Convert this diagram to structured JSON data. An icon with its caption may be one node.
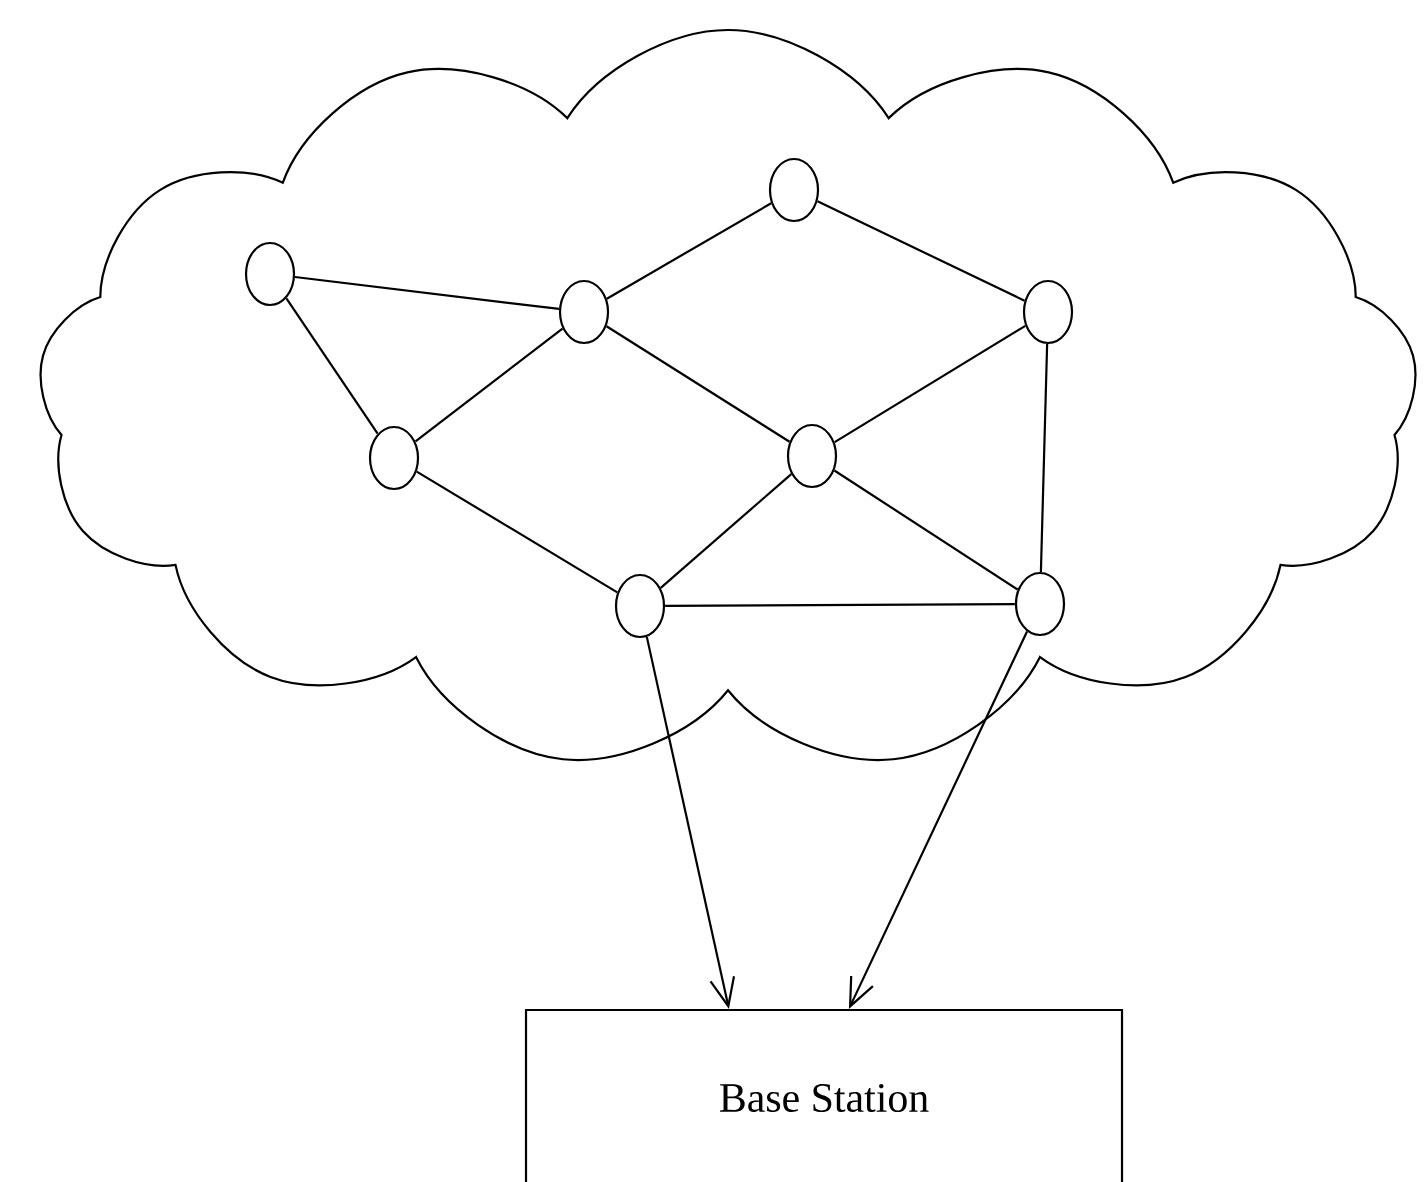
{
  "diagram": {
    "nodes": [
      {
        "text": [],
        "shape": "cloud"
      },
      {
        "text": [],
        "shape": "circle",
        "in": 0
      },
      {
        "text": [],
        "shape": "circle",
        "in": 0
      },
      {
        "text": [],
        "shape": "circle",
        "in": 0
      },
      {
        "text": [],
        "shape": "circle",
        "in": 0
      },
      {
        "text": [],
        "shape": "circle",
        "in": 0
      },
      {
        "text": [],
        "shape": "circle",
        "in": 0
      },
      {
        "text": [],
        "shape": "circle",
        "in": 0
      },
      {
        "text": [],
        "shape": "circle",
        "in": 0
      },
      {
        "text": [
          "Base Station"
        ]
      }
    ],
    "edges": [
      {
        "from": 1,
        "to": 3,
        "arrow": "none"
      },
      {
        "from": 1,
        "to": 5,
        "arrow": "none"
      },
      {
        "from": 3,
        "to": 2,
        "arrow": "none"
      },
      {
        "from": 2,
        "to": 4,
        "arrow": "none"
      },
      {
        "from": 3,
        "to": 5,
        "arrow": "none"
      },
      {
        "from": 3,
        "to": 6,
        "arrow": "none"
      },
      {
        "from": 4,
        "to": 6,
        "arrow": "none"
      },
      {
        "from": 4,
        "to": 8,
        "arrow": "none"
      },
      {
        "from": 5,
        "to": 7,
        "arrow": "none"
      },
      {
        "from": 6,
        "to": 7,
        "arrow": "none"
      },
      {
        "from": 6,
        "to": 8,
        "arrow": "none"
      },
      {
        "from": 7,
        "to": 8,
        "arrow": "none"
      },
      {
        "from": 7,
        "to": 9,
        "arrow": "to"
      },
      {
        "from": 8,
        "to": 9,
        "arrow": "to"
      }
    ]
  }
}
